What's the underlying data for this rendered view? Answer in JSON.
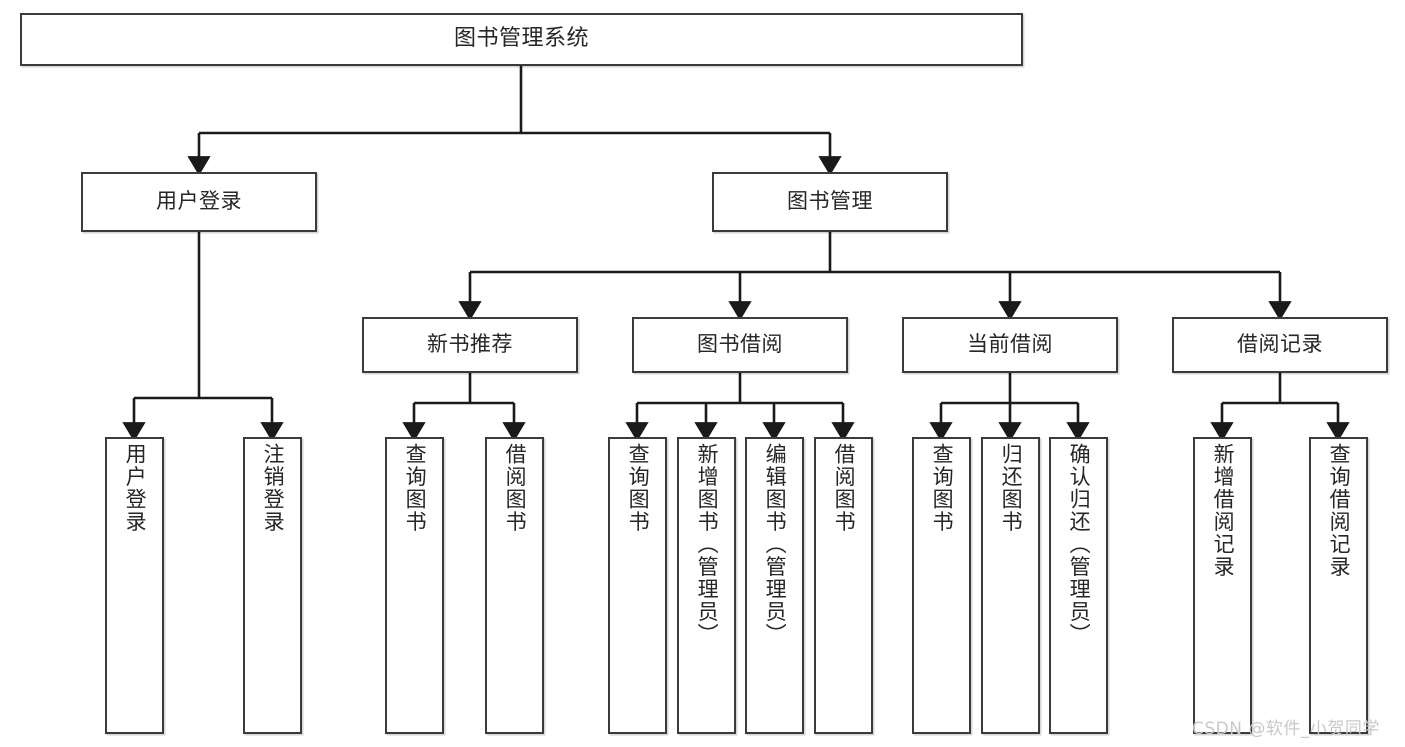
{
  "diagram": {
    "type": "tree-hierarchy-chart",
    "title": "图书管理系统",
    "watermark": "CSDN @软件_小贺同学",
    "colors": {
      "box_border": "#3b3b3b",
      "box_fill": "#ffffff",
      "connector": "#1a1a1a",
      "text": "#262626",
      "watermark": "#c9c9c9",
      "background": "#ffffff"
    },
    "levels": {
      "root": {
        "label": "图书管理系统"
      },
      "level2": [
        {
          "id": "user-login",
          "label": "用户登录"
        },
        {
          "id": "book-management",
          "label": "图书管理"
        }
      ],
      "level3": [
        {
          "id": "new-book-recommend",
          "label": "新书推荐",
          "parent": "book-management"
        },
        {
          "id": "book-borrow",
          "label": "图书借阅",
          "parent": "book-management"
        },
        {
          "id": "current-borrow",
          "label": "当前借阅",
          "parent": "book-management"
        },
        {
          "id": "borrow-record",
          "label": "借阅记录",
          "parent": "book-management"
        }
      ],
      "leaves": [
        {
          "id": "leaf-user-login",
          "label": "用户登录",
          "parent": "user-login"
        },
        {
          "id": "leaf-logout-login",
          "label": "注销登录",
          "parent": "user-login"
        },
        {
          "id": "leaf-query-book-1",
          "label": "查询图书",
          "parent": "new-book-recommend"
        },
        {
          "id": "leaf-borrow-book-1",
          "label": "借阅图书",
          "parent": "new-book-recommend"
        },
        {
          "id": "leaf-query-book-2",
          "label": "查询图书",
          "parent": "book-borrow"
        },
        {
          "id": "leaf-add-book",
          "label": "新增图书（管理员）",
          "parent": "book-borrow"
        },
        {
          "id": "leaf-edit-book",
          "label": "编辑图书（管理员）",
          "parent": "book-borrow"
        },
        {
          "id": "leaf-borrow-book-2",
          "label": "借阅图书",
          "parent": "book-borrow"
        },
        {
          "id": "leaf-query-book-3",
          "label": "查询图书",
          "parent": "current-borrow"
        },
        {
          "id": "leaf-return-book",
          "label": "归还图书",
          "parent": "current-borrow"
        },
        {
          "id": "leaf-confirm-return",
          "label": "确认归还（管理员）",
          "parent": "current-borrow"
        },
        {
          "id": "leaf-add-record",
          "label": "新增借阅记录",
          "parent": "borrow-record"
        },
        {
          "id": "leaf-query-record",
          "label": "查询借阅记录",
          "parent": "borrow-record"
        }
      ]
    }
  }
}
